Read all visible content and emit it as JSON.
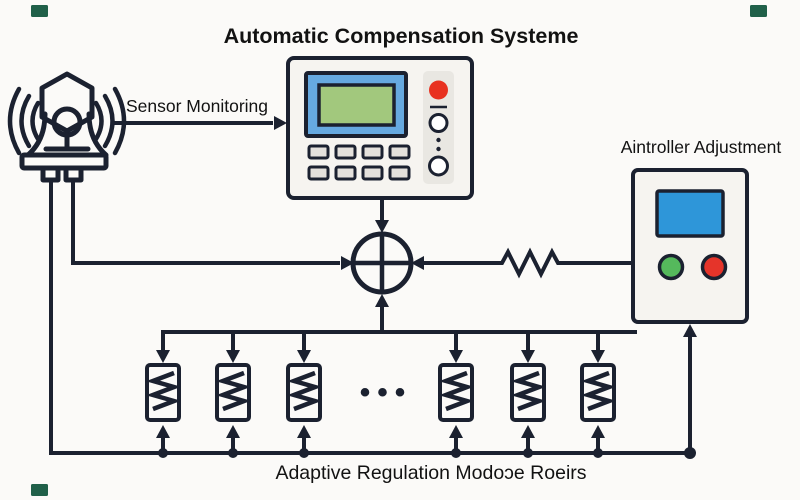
{
  "title": "Automatic Compensation Systeme",
  "labels": {
    "sensor_monitoring": "Sensor Monitoring",
    "controller_adjustment": "Aintroller Adjustment",
    "bottom_caption": "Adaptive Regulation Modoɔe Roeirs"
  },
  "modules": {
    "count": 6,
    "ellipsis": "•••"
  },
  "icons": {
    "sensor": "vibration-sensor-icon",
    "summing": "summing-junction-icon",
    "resistor": "resistor-icon",
    "spring": "spring-coil-icon",
    "corner_marker": "corner-marker"
  },
  "colors": {
    "line": "#1b2130",
    "background": "#fbfaf8",
    "corner_marker": "#206049",
    "device_fill": "#f6f4f0",
    "lcd_frame": "#66a9e0",
    "lcd_screen": "#a2c87d",
    "controller_screen": "#2e96d9",
    "indicator_red": "#e83120",
    "button_gray": "#e4e1dc",
    "strip_gray": "#e9e7e2",
    "button_green": "#55b95c",
    "button_red": "#e5342a"
  }
}
